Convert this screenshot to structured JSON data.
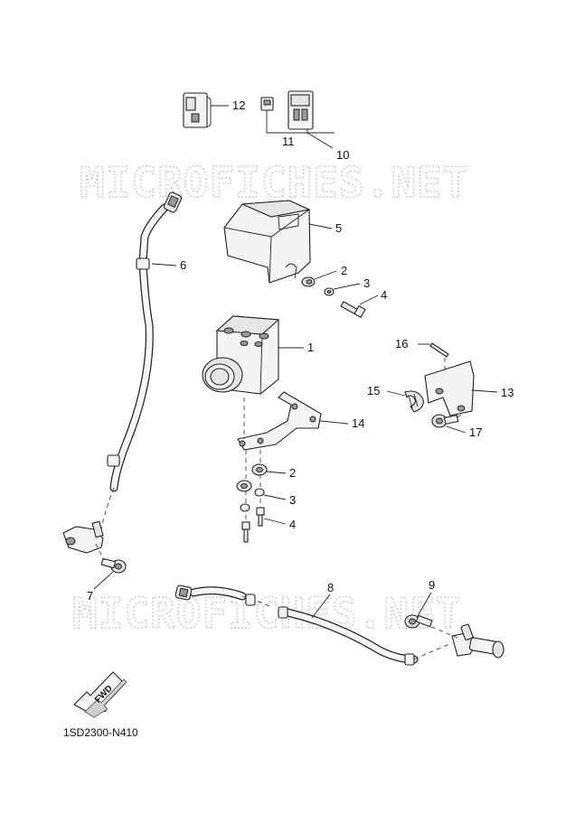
{
  "watermark": {
    "text": "MICROFICHES.NET"
  },
  "diagram_code": "1SD2300-N410",
  "fwd_label": "FWD",
  "callouts": {
    "c1": "1",
    "c2a": "2",
    "c3a": "3",
    "c4a": "4",
    "c5": "5",
    "c6": "6",
    "c7": "7",
    "c8": "8",
    "c9": "9",
    "c10": "10",
    "c11": "11",
    "c12": "12",
    "c13": "13",
    "c14": "14",
    "c15": "15",
    "c16": "16",
    "c17": "17",
    "c2b": "2",
    "c3b": "3",
    "c4b": "4"
  }
}
